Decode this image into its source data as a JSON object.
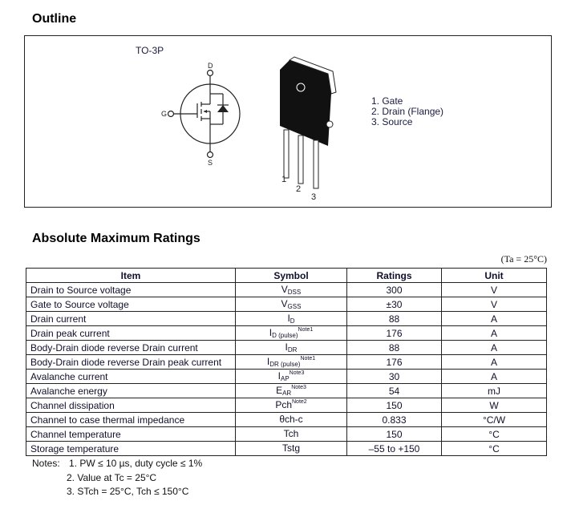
{
  "outline": {
    "title": "Outline",
    "package": "TO-3P",
    "pins": [
      "1. Gate",
      "2. Drain (Flange)",
      "3. Source"
    ],
    "pin_numbers": [
      "1",
      "2",
      "3"
    ],
    "terminals": {
      "d": "D",
      "g": "G",
      "s": "S"
    }
  },
  "ratings": {
    "title": "Absolute Maximum Ratings",
    "condition": "(Ta = 25°C)",
    "headers": [
      "Item",
      "Symbol",
      "Ratings",
      "Unit"
    ],
    "rows": [
      {
        "item": "Drain to Source voltage",
        "sym": "V",
        "sub": "DSS",
        "note": "",
        "val": "300",
        "unit": "V"
      },
      {
        "item": "Gate to Source voltage",
        "sym": "V",
        "sub": "GSS",
        "note": "",
        "val": "±30",
        "unit": "V"
      },
      {
        "item": "Drain current",
        "sym": "I",
        "sub": "D",
        "note": "",
        "val": "88",
        "unit": "A"
      },
      {
        "item": "Drain peak current",
        "sym": "I",
        "sub": "D (pulse)",
        "note": "Note1",
        "val": "176",
        "unit": "A"
      },
      {
        "item": "Body-Drain diode reverse Drain current",
        "sym": "I",
        "sub": "DR",
        "note": "",
        "val": "88",
        "unit": "A"
      },
      {
        "item": "Body-Drain diode reverse Drain peak current",
        "sym": "I",
        "sub": "DR (pulse)",
        "note": "Note1",
        "val": "176",
        "unit": "A"
      },
      {
        "item": "Avalanche current",
        "sym": "I",
        "sub": "AP",
        "note": "Note3",
        "val": "30",
        "unit": "A"
      },
      {
        "item": "Avalanche energy",
        "sym": "E",
        "sub": "AR",
        "note": "Note3",
        "val": "54",
        "unit": "mJ"
      },
      {
        "item": "Channel dissipation",
        "sym": "Pch",
        "sub": "",
        "note": "Note2",
        "val": "150",
        "unit": "W"
      },
      {
        "item": "Channel to case thermal impedance",
        "sym": "θch-c",
        "sub": "",
        "note": "",
        "val": "0.833",
        "unit": "°C/W"
      },
      {
        "item": "Channel temperature",
        "sym": "Tch",
        "sub": "",
        "note": "",
        "val": "150",
        "unit": "°C"
      },
      {
        "item": "Storage temperature",
        "sym": "Tstg",
        "sub": "",
        "note": "",
        "val": "–55 to +150",
        "unit": "°C"
      }
    ]
  },
  "notes": {
    "label": "Notes:",
    "items": [
      "1.  PW ≤ 10 µs, duty cycle ≤ 1%",
      "2.  Value at Tc = 25°C",
      "3.  STch = 25°C, Tch ≤ 150°C"
    ]
  }
}
